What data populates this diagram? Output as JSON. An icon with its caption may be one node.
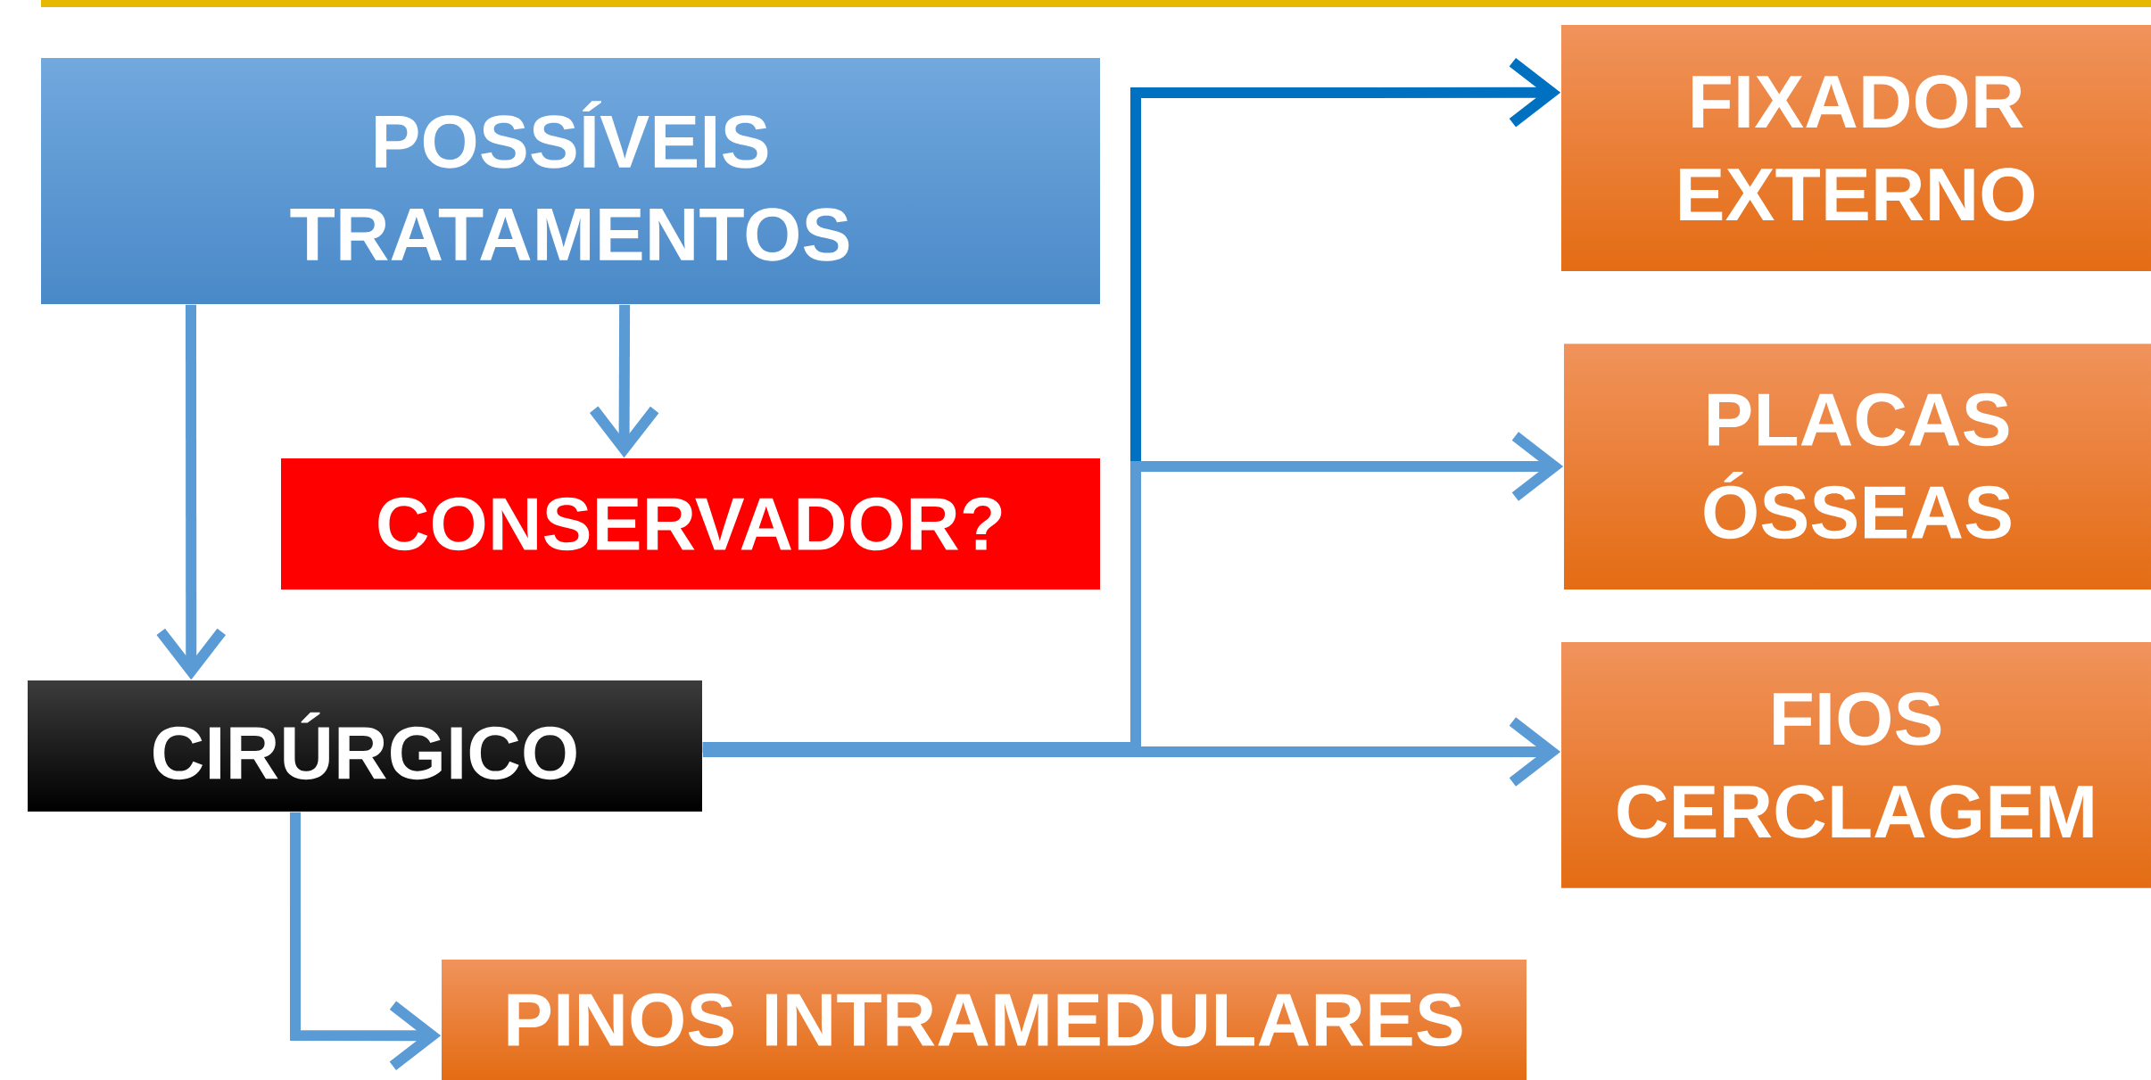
{
  "diagram": {
    "nodes": [
      {
        "text": [
          "POSSÍVEIS TRATAMENTOS"
        ]
      },
      {
        "text": [
          "CONSERVADOR?"
        ]
      },
      {
        "text": [
          "CIRÚRGICO"
        ]
      },
      {
        "text": [
          "FIXADOR EXTERNO"
        ]
      },
      {
        "text": [
          "PLACAS ÓSSEAS"
        ]
      },
      {
        "text": [
          "FIOS CERCLAGEM"
        ]
      },
      {
        "text": [
          "PINOS INTRAMEDULARES"
        ]
      }
    ],
    "edges": [
      {
        "from": 0,
        "to": 1,
        "arrow": "to"
      },
      {
        "from": 0,
        "to": 2,
        "arrow": "to"
      },
      {
        "from": 2,
        "to": 3,
        "arrow": "to",
        "color": "#0070c0"
      },
      {
        "from": 2,
        "to": 4,
        "arrow": "to"
      },
      {
        "from": 2,
        "to": 5,
        "arrow": "to"
      },
      {
        "from": 2,
        "to": 6,
        "arrow": "to"
      }
    ]
  }
}
